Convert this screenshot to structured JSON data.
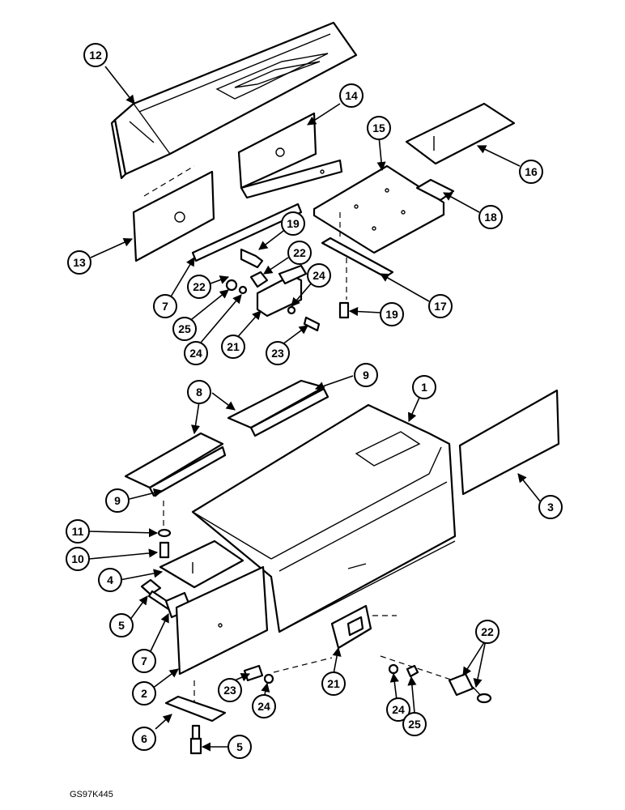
{
  "drawing_ref": "GS97K445",
  "callouts": [
    "12",
    "14",
    "15",
    "16",
    "18",
    "13",
    "19",
    "22",
    "7",
    "22",
    "25",
    "24",
    "24",
    "21",
    "23",
    "17",
    "19",
    "9",
    "8",
    "1",
    "9",
    "3",
    "11",
    "10",
    "4",
    "5",
    "7",
    "2",
    "23",
    "24",
    "21",
    "22",
    "24",
    "25",
    "6",
    "5"
  ]
}
